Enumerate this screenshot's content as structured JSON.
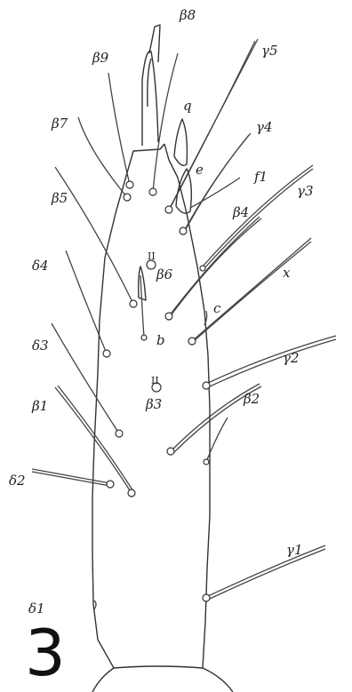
{
  "figure": {
    "number": "3",
    "labels": {
      "b8": "β8",
      "b9": "β9",
      "g5": "γ5",
      "q": "q",
      "b7": "β7",
      "g4": "γ4",
      "e": "e",
      "f1": "f1",
      "b5": "β5",
      "g3": "γ3",
      "b4": "β4",
      "roman_upper": "II",
      "b6": "β6",
      "d4": "δ4",
      "x": "x",
      "c": "c",
      "d3": "δ3",
      "b": "b",
      "g2": "γ2",
      "roman_lower": "II",
      "b3": "β3",
      "b2": "β2",
      "b1": "β1",
      "d2": "δ2",
      "g1": "γ1",
      "d1": "δ1"
    }
  }
}
